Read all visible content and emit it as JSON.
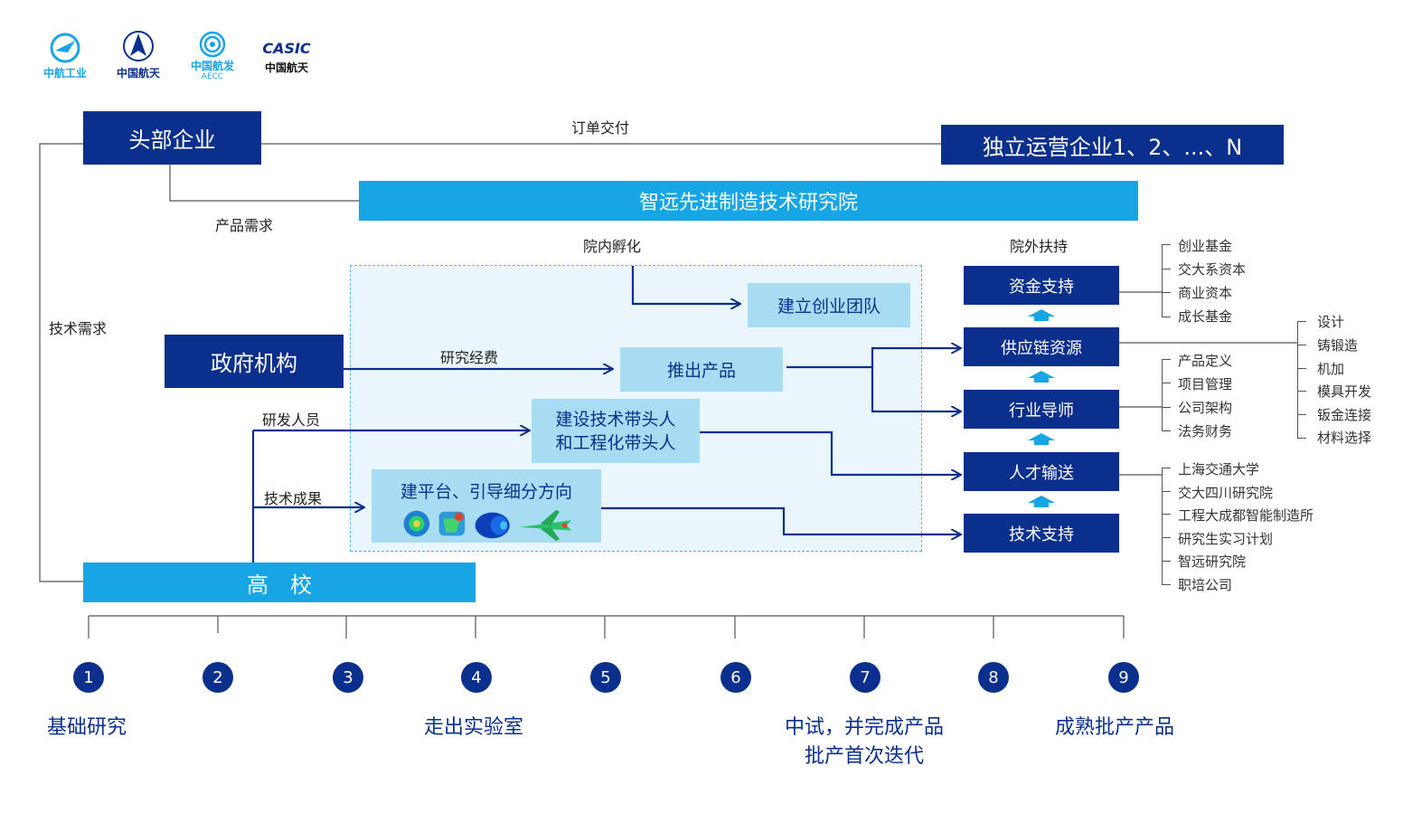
{
  "logos": [
    {
      "name": "中航工业",
      "color": "#1aa3e8"
    },
    {
      "name": "中国航天",
      "color": "#0b2f8c"
    },
    {
      "name": "中国航发",
      "sub": "AECC",
      "color": "#1aa3e8"
    },
    {
      "name": "中国航天",
      "mark": "CASIC",
      "color": "#0b2f8c"
    }
  ],
  "nodes": {
    "head_enterprise": "头部企业",
    "independent": "独立运营企业1、2、...、N",
    "institute": "智远先进制造技术研究院",
    "government": "政府机构",
    "university": "高　校",
    "startup_team": "建立创业团队",
    "launch_product": "推出产品",
    "leader_line1": "建设技术带头人",
    "leader_line2": "和工程化带头人",
    "platform": "建平台、引导细分方向",
    "funding": "资金支持",
    "supply_chain": "供应链资源",
    "mentor": "行业导师",
    "talent": "人才输送",
    "tech_support": "技术支持"
  },
  "edge_labels": {
    "order_delivery": "订单交付",
    "product_demand": "产品需求",
    "tech_demand": "技术需求",
    "incubation_inside": "院内孵化",
    "support_outside": "院外扶持",
    "research_funds": "研究经费",
    "rd_staff": "研发人员",
    "tech_results": "技术成果"
  },
  "lists": {
    "funding": [
      "创业基金",
      "交大系资本",
      "商业资本",
      "成长基金"
    ],
    "supply": [
      "设计",
      "铸锻造",
      "机加",
      "模具开发",
      "钣金连接",
      "材料选择"
    ],
    "mentor": [
      "产品定义",
      "项目管理",
      "公司架构",
      "法务财务"
    ],
    "talent": [
      "上海交通大学",
      "交大四川研究院",
      "工程大成都智能制造所",
      "研究生实习计划",
      "智远研究院",
      "职培公司"
    ]
  },
  "timeline": {
    "steps": [
      "1",
      "2",
      "3",
      "4",
      "5",
      "6",
      "7",
      "8",
      "9"
    ],
    "stages": {
      "s1": "基础研究",
      "s4": "走出实验室",
      "s7_line1": "中试，并完成产品",
      "s7_line2": "批产首次迭代",
      "s9": "成熟批产产品"
    }
  },
  "colors": {
    "dark_blue": "#0b2f8c",
    "bright_blue": "#16a6e6",
    "light_blue": "#a8dcf3",
    "zone_bg": "#eaf6fc"
  }
}
